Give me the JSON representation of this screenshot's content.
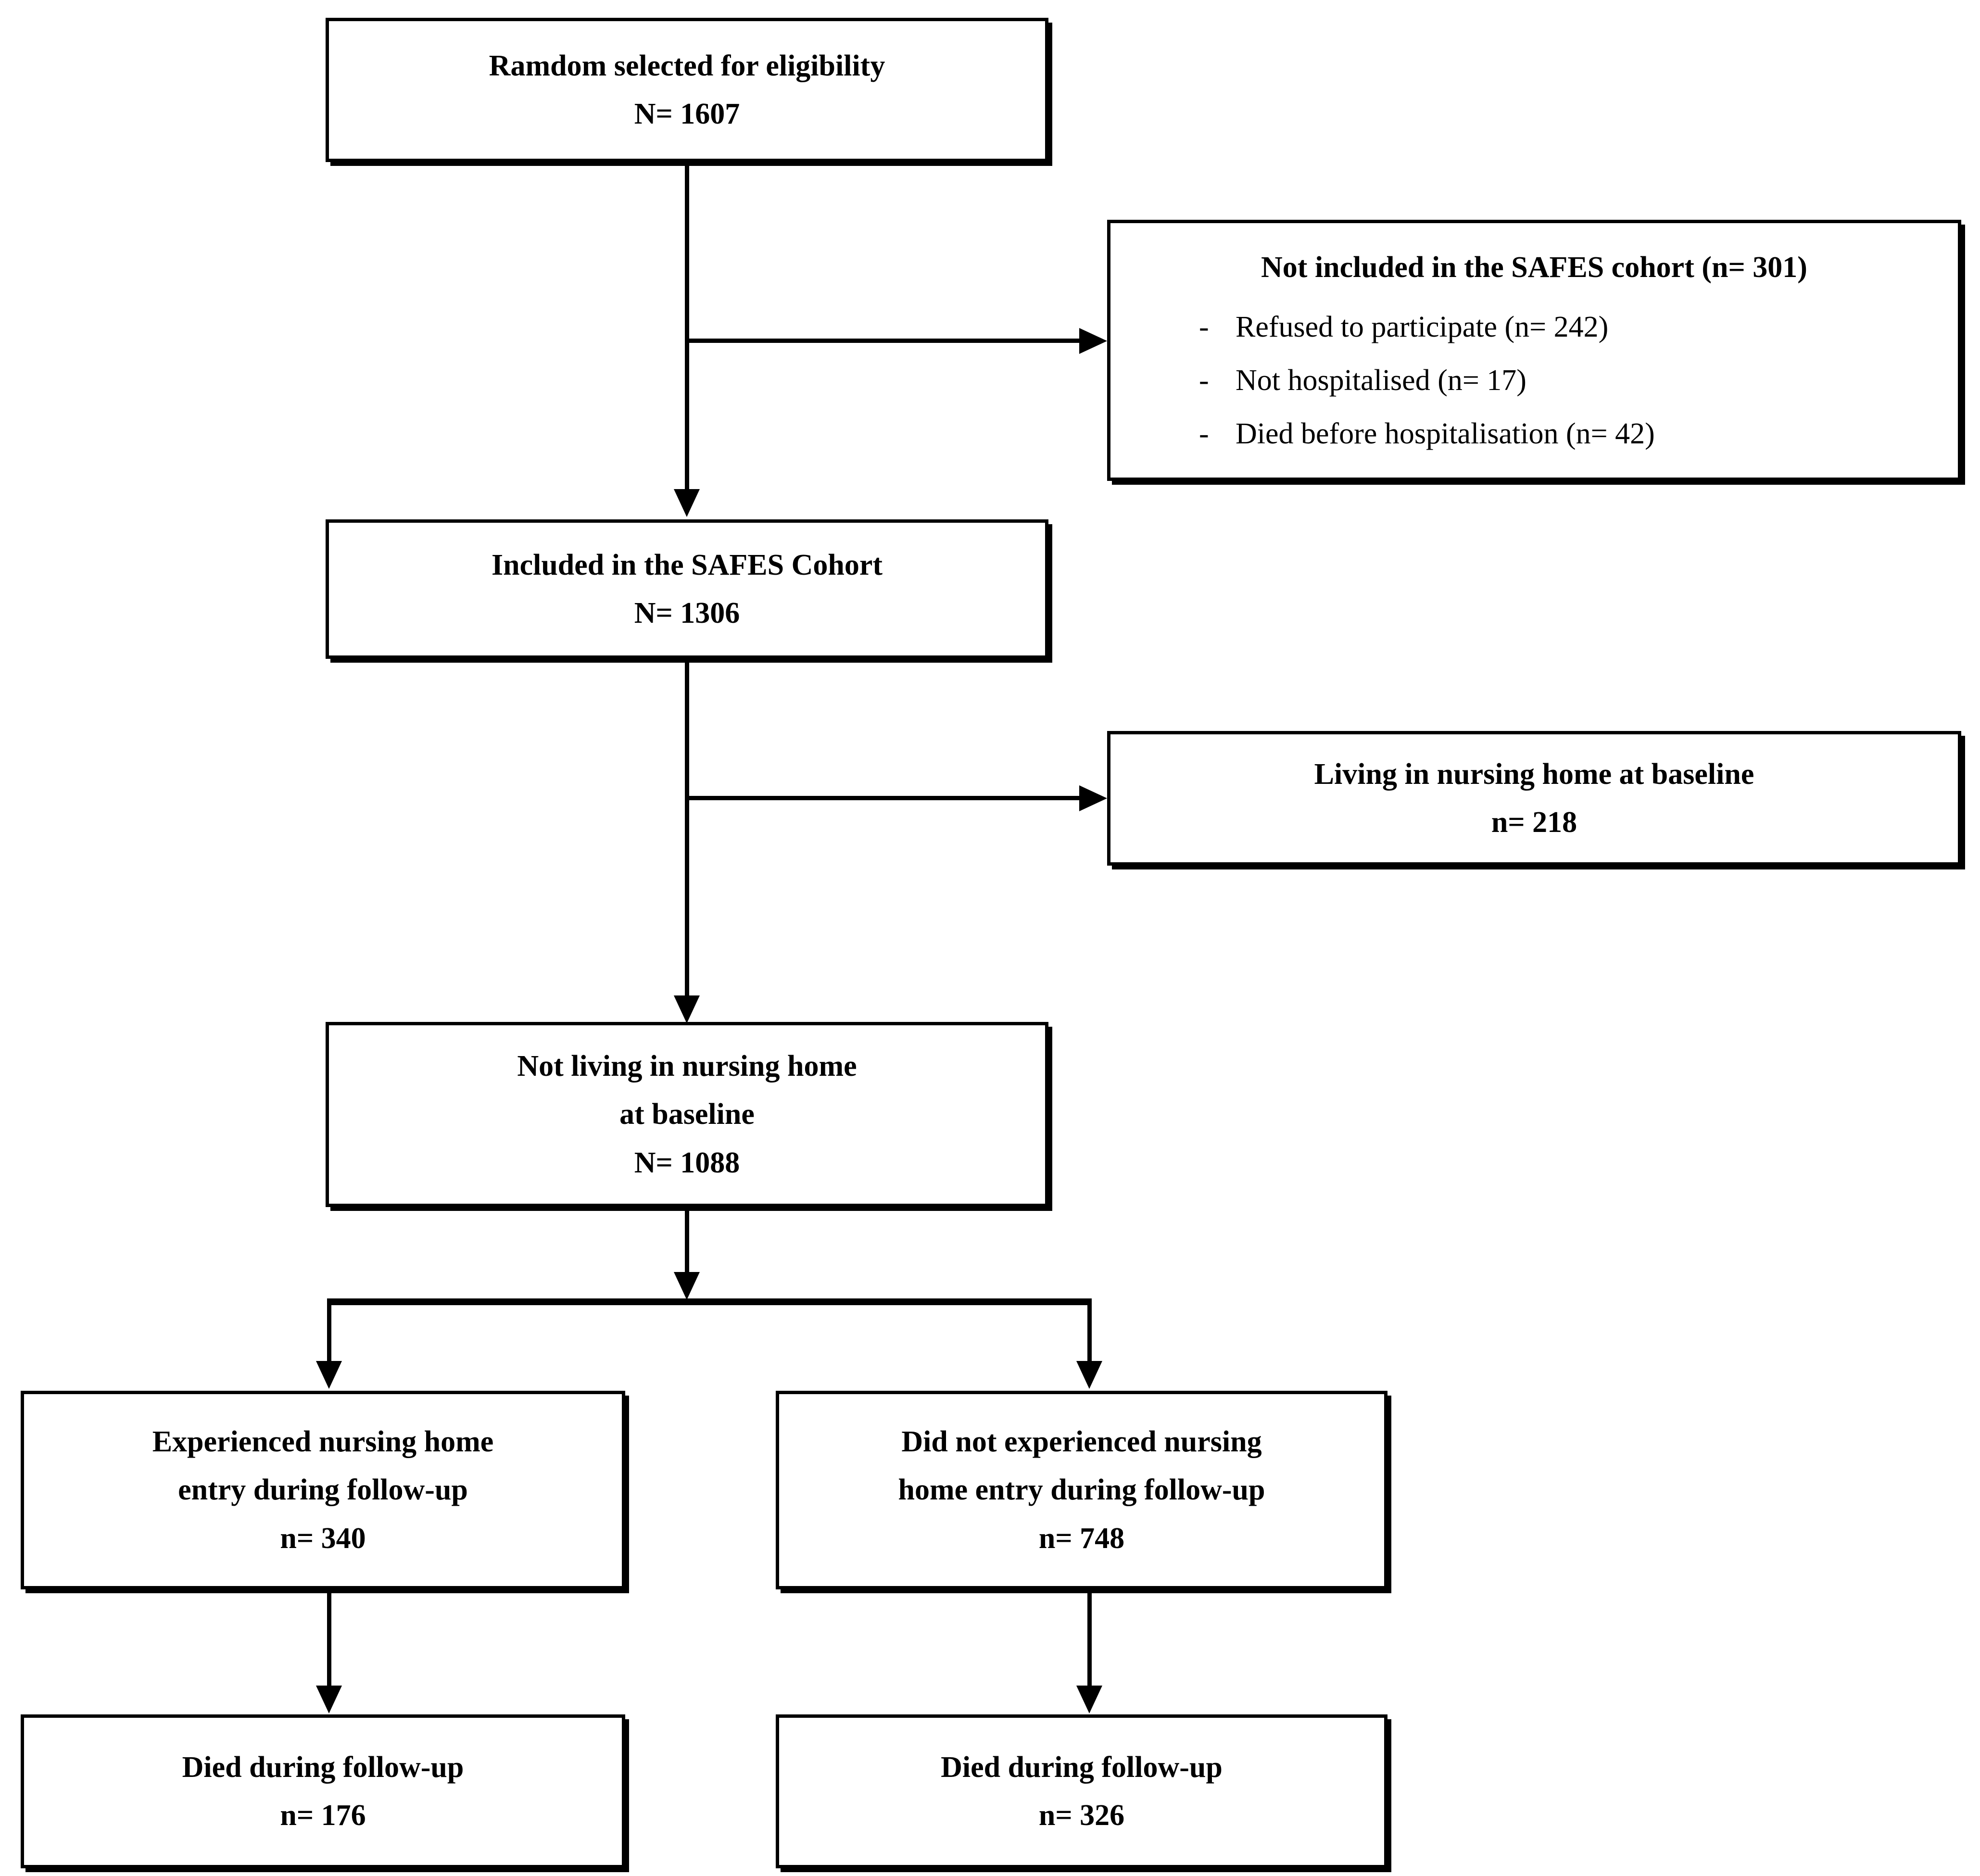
{
  "diagram": {
    "type": "study-flow-diagram",
    "title_visible": false,
    "nodes": {
      "eligibility": {
        "line1": "Ramdom selected for eligibility",
        "line2": "N= 1607"
      },
      "not_included": {
        "heading": "Not included in the SAFES cohort (n= 301)",
        "dash": "-",
        "items": [
          "Refused to participate (n= 242)",
          "Not hospitalised (n= 17)",
          "Died before hospitalisation (n= 42)"
        ]
      },
      "included": {
        "line1": "Included in the SAFES Cohort",
        "line2": "N= 1306"
      },
      "living_nursing_home": {
        "line1": "Living in nursing home at baseline",
        "line2": "n= 218"
      },
      "not_living_nursing_home": {
        "line1": "Not living in nursing home",
        "line2": "at baseline",
        "line3": "N= 1088"
      },
      "experienced_entry": {
        "line1": "Experienced nursing home",
        "line2": "entry during follow-up",
        "line3": "n= 340"
      },
      "not_experienced_entry": {
        "line1": "Did not experienced nursing",
        "line2": "home entry during follow-up",
        "line3": "n= 748"
      },
      "died_left": {
        "line1": "Died during follow-up",
        "line2": "n= 176"
      },
      "died_right": {
        "line1": "Died during follow-up",
        "line2": "n= 326"
      }
    },
    "counts": {
      "screened": 1607,
      "not_included_total": 301,
      "refused": 242,
      "not_hospitalised": 17,
      "died_before_hospitalisation": 42,
      "included_cohort": 1306,
      "living_in_nursing_home_baseline": 218,
      "not_living_in_nursing_home_baseline": 1088,
      "experienced_nursing_home_entry": 340,
      "not_experienced_nursing_home_entry": 748,
      "died_followup_entry_group": 176,
      "died_followup_no_entry_group": 326
    },
    "colors": {
      "background": "#ffffff",
      "stroke": "#000000",
      "text": "#000000"
    }
  }
}
